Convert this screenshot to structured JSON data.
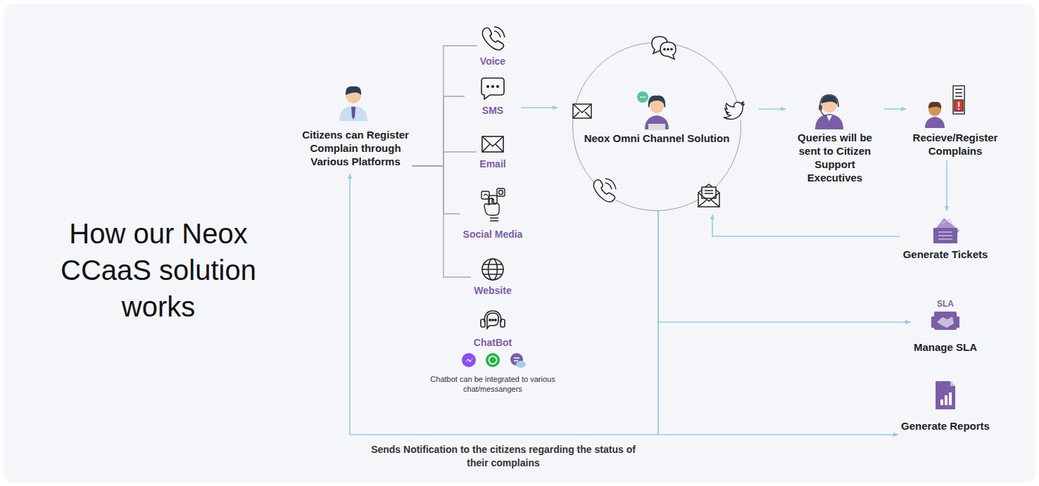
{
  "diagram": {
    "title": "How our Neox CCaaS solution works",
    "nodes": [
      {
        "text": [
          "Citizens can Register Complain through Various Platforms"
        ]
      },
      {
        "text": [
          "Voice"
        ]
      },
      {
        "text": [
          "SMS"
        ]
      },
      {
        "text": [
          "Email"
        ]
      },
      {
        "text": [
          "Social Media"
        ]
      },
      {
        "text": [
          "Website"
        ]
      },
      {
        "text": [
          "ChatBot",
          "Chatbot can be integrated to various chat/messangers"
        ]
      },
      {
        "text": [
          "Neox Omni Channel Solution"
        ]
      },
      {
        "text": [
          "Queries will be sent to Citizen Support Executives"
        ]
      },
      {
        "text": [
          "Recieve/Register Complains"
        ]
      },
      {
        "text": [
          "Generate Tickets"
        ]
      },
      {
        "text": [
          "Manage SLA"
        ]
      },
      {
        "text": [
          "Generate Reports"
        ]
      }
    ],
    "edges": [
      {
        "from": 0,
        "to": 1,
        "arrow": "none"
      },
      {
        "from": 0,
        "to": 2,
        "arrow": "none"
      },
      {
        "from": 0,
        "to": 3,
        "arrow": "none"
      },
      {
        "from": 0,
        "to": 4,
        "arrow": "none"
      },
      {
        "from": 0,
        "to": 5,
        "arrow": "none"
      },
      {
        "from": 2,
        "to": 7,
        "arrow": "to"
      },
      {
        "from": 7,
        "to": 8,
        "arrow": "to"
      },
      {
        "from": 8,
        "to": 9,
        "arrow": "to"
      },
      {
        "from": 9,
        "to": 10,
        "arrow": "to"
      },
      {
        "from": 10,
        "to": 7,
        "arrow": "to"
      },
      {
        "from": 7,
        "to": 11,
        "arrow": "to"
      },
      {
        "from": 7,
        "to": 12,
        "arrow": "to"
      },
      {
        "from": 7,
        "to": 0,
        "arrow": "to",
        "label": "Sends Notification to the citizens regarding the status of their complains"
      }
    ],
    "labels": [
      "SLA"
    ]
  }
}
